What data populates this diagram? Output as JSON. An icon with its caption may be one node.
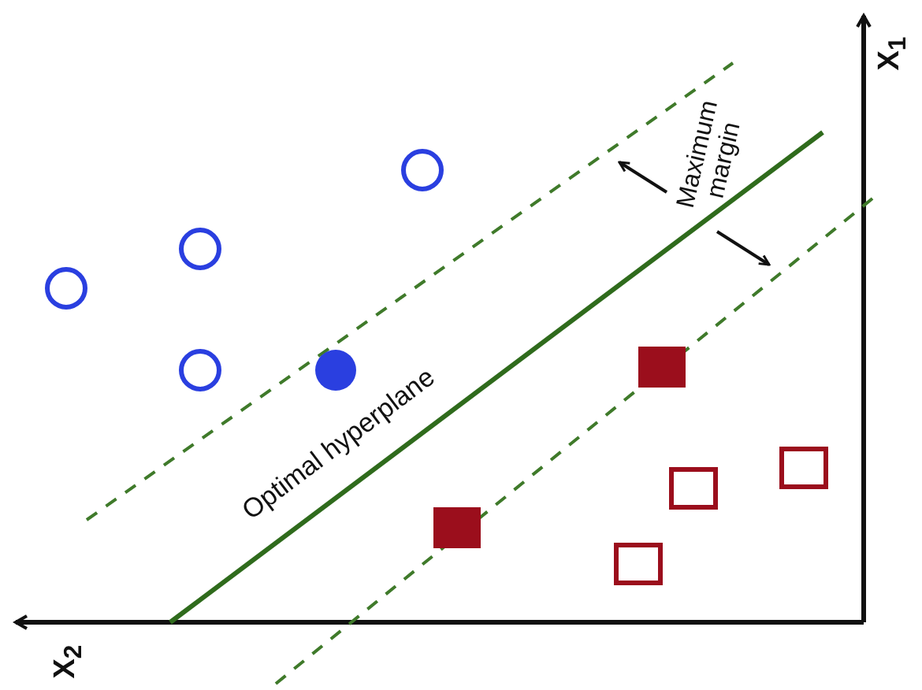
{
  "diagram": {
    "labels": [
      "Optimal hyperplane",
      "Maximum margin",
      "X$_{1}$",
      "X$_{2}$"
    ]
  }
}
